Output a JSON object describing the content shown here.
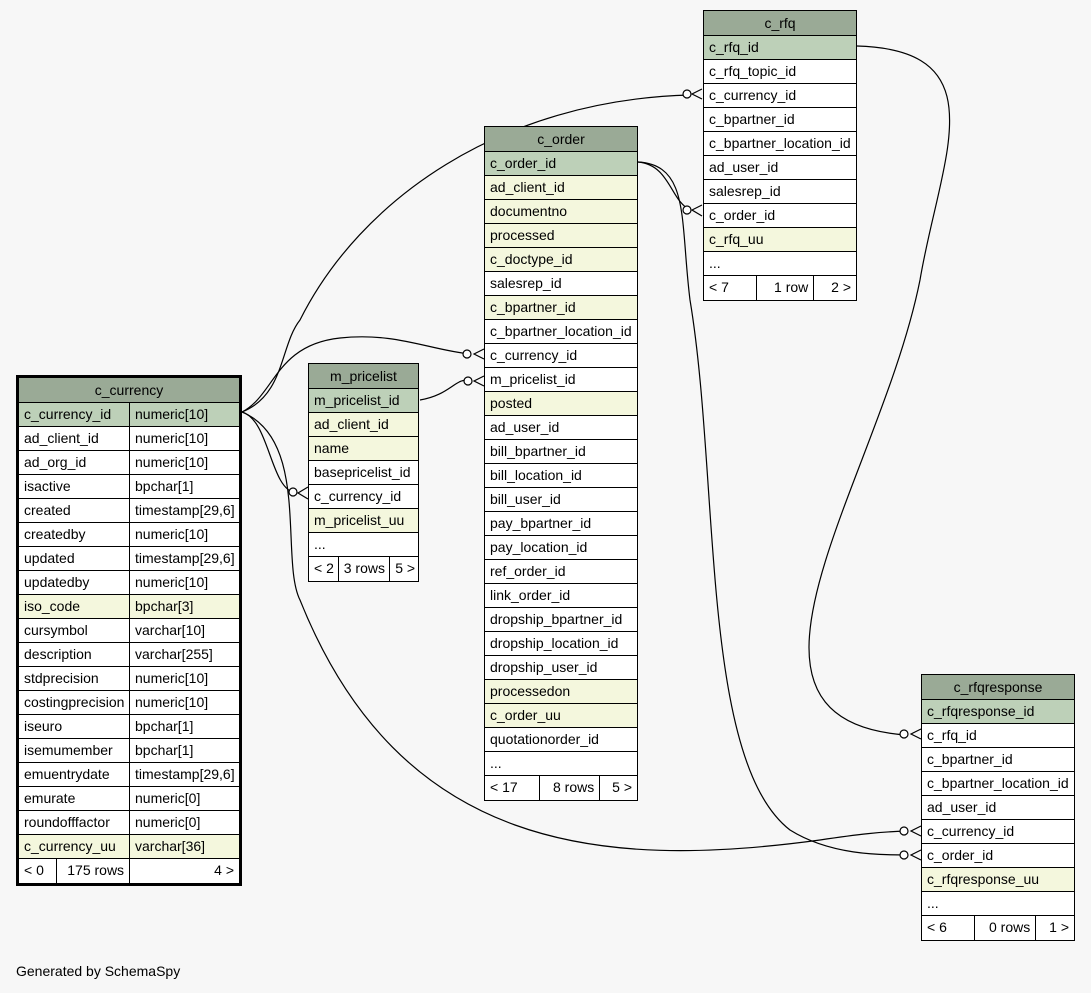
{
  "tables": {
    "c_rfq": {
      "name": "c_rfq",
      "columns": [
        {
          "name": "c_rfq_id",
          "kind": "pk"
        },
        {
          "name": "c_rfq_topic_id",
          "kind": ""
        },
        {
          "name": "c_currency_id",
          "kind": ""
        },
        {
          "name": "c_bpartner_id",
          "kind": ""
        },
        {
          "name": "c_bpartner_location_id",
          "kind": ""
        },
        {
          "name": "ad_user_id",
          "kind": ""
        },
        {
          "name": "salesrep_id",
          "kind": ""
        },
        {
          "name": "c_order_id",
          "kind": ""
        },
        {
          "name": "c_rfq_uu",
          "kind": "idx"
        },
        {
          "name": "...",
          "kind": ""
        }
      ],
      "footer": {
        "parents": "< 7",
        "rows": "1 row",
        "children": "2 >"
      }
    },
    "c_order": {
      "name": "c_order",
      "columns": [
        {
          "name": "c_order_id",
          "kind": "pk"
        },
        {
          "name": "ad_client_id",
          "kind": "idx"
        },
        {
          "name": "documentno",
          "kind": "idx"
        },
        {
          "name": "processed",
          "kind": "idx"
        },
        {
          "name": "c_doctype_id",
          "kind": "idx"
        },
        {
          "name": "salesrep_id",
          "kind": ""
        },
        {
          "name": "c_bpartner_id",
          "kind": "idx"
        },
        {
          "name": "c_bpartner_location_id",
          "kind": ""
        },
        {
          "name": "c_currency_id",
          "kind": ""
        },
        {
          "name": "m_pricelist_id",
          "kind": ""
        },
        {
          "name": "posted",
          "kind": "idx"
        },
        {
          "name": "ad_user_id",
          "kind": ""
        },
        {
          "name": "bill_bpartner_id",
          "kind": ""
        },
        {
          "name": "bill_location_id",
          "kind": ""
        },
        {
          "name": "bill_user_id",
          "kind": ""
        },
        {
          "name": "pay_bpartner_id",
          "kind": ""
        },
        {
          "name": "pay_location_id",
          "kind": ""
        },
        {
          "name": "ref_order_id",
          "kind": ""
        },
        {
          "name": "link_order_id",
          "kind": ""
        },
        {
          "name": "dropship_bpartner_id",
          "kind": ""
        },
        {
          "name": "dropship_location_id",
          "kind": ""
        },
        {
          "name": "dropship_user_id",
          "kind": ""
        },
        {
          "name": "processedon",
          "kind": "idx"
        },
        {
          "name": "c_order_uu",
          "kind": "idx"
        },
        {
          "name": "quotationorder_id",
          "kind": ""
        },
        {
          "name": "...",
          "kind": ""
        }
      ],
      "footer": {
        "parents": "< 17",
        "rows": "8 rows",
        "children": "5 >"
      }
    },
    "m_pricelist": {
      "name": "m_pricelist",
      "columns": [
        {
          "name": "m_pricelist_id",
          "kind": "pk"
        },
        {
          "name": "ad_client_id",
          "kind": "idx"
        },
        {
          "name": "name",
          "kind": "idx"
        },
        {
          "name": "basepricelist_id",
          "kind": ""
        },
        {
          "name": "c_currency_id",
          "kind": ""
        },
        {
          "name": "m_pricelist_uu",
          "kind": "idx"
        },
        {
          "name": "...",
          "kind": ""
        }
      ],
      "footer": {
        "parents": "< 2",
        "rows": "3 rows",
        "children": "5 >"
      }
    },
    "c_currency": {
      "name": "c_currency",
      "columns": [
        {
          "name": "c_currency_id",
          "type": "numeric[10]",
          "kind": "pk"
        },
        {
          "name": "ad_client_id",
          "type": "numeric[10]",
          "kind": ""
        },
        {
          "name": "ad_org_id",
          "type": "numeric[10]",
          "kind": ""
        },
        {
          "name": "isactive",
          "type": "bpchar[1]",
          "kind": ""
        },
        {
          "name": "created",
          "type": "timestamp[29,6]",
          "kind": ""
        },
        {
          "name": "createdby",
          "type": "numeric[10]",
          "kind": ""
        },
        {
          "name": "updated",
          "type": "timestamp[29,6]",
          "kind": ""
        },
        {
          "name": "updatedby",
          "type": "numeric[10]",
          "kind": ""
        },
        {
          "name": "iso_code",
          "type": "bpchar[3]",
          "kind": "idx"
        },
        {
          "name": "cursymbol",
          "type": "varchar[10]",
          "kind": ""
        },
        {
          "name": "description",
          "type": "varchar[255]",
          "kind": ""
        },
        {
          "name": "stdprecision",
          "type": "numeric[10]",
          "kind": ""
        },
        {
          "name": "costingprecision",
          "type": "numeric[10]",
          "kind": ""
        },
        {
          "name": "iseuro",
          "type": "bpchar[1]",
          "kind": ""
        },
        {
          "name": "isemumember",
          "type": "bpchar[1]",
          "kind": ""
        },
        {
          "name": "emuentrydate",
          "type": "timestamp[29,6]",
          "kind": ""
        },
        {
          "name": "emurate",
          "type": "numeric[0]",
          "kind": ""
        },
        {
          "name": "roundofffactor",
          "type": "numeric[0]",
          "kind": ""
        },
        {
          "name": "c_currency_uu",
          "type": "varchar[36]",
          "kind": "idx"
        }
      ],
      "footer": {
        "parents": "< 0",
        "rows": "175 rows",
        "children": "4 >"
      }
    },
    "c_rfqresponse": {
      "name": "c_rfqresponse",
      "columns": [
        {
          "name": "c_rfqresponse_id",
          "kind": "pk"
        },
        {
          "name": "c_rfq_id",
          "kind": ""
        },
        {
          "name": "c_bpartner_id",
          "kind": ""
        },
        {
          "name": "c_bpartner_location_id",
          "kind": ""
        },
        {
          "name": "ad_user_id",
          "kind": ""
        },
        {
          "name": "c_currency_id",
          "kind": ""
        },
        {
          "name": "c_order_id",
          "kind": ""
        },
        {
          "name": "c_rfqresponse_uu",
          "kind": "idx"
        },
        {
          "name": "...",
          "kind": ""
        }
      ],
      "footer": {
        "parents": "< 6",
        "rows": "0 rows",
        "children": "1 >"
      }
    }
  },
  "relationships": [
    {
      "from": "c_currency.c_currency_id",
      "to": "c_rfq.c_currency_id"
    },
    {
      "from": "c_currency.c_currency_id",
      "to": "c_order.c_currency_id"
    },
    {
      "from": "c_currency.c_currency_id",
      "to": "m_pricelist.c_currency_id"
    },
    {
      "from": "c_currency.c_currency_id",
      "to": "c_rfqresponse.c_currency_id"
    },
    {
      "from": "m_pricelist.m_pricelist_id",
      "to": "c_order.m_pricelist_id"
    },
    {
      "from": "c_order.c_order_id",
      "to": "c_rfq.c_order_id"
    },
    {
      "from": "c_order.c_order_id",
      "to": "c_rfqresponse.c_order_id"
    },
    {
      "from": "c_rfq.c_rfq_id",
      "to": "c_rfqresponse.c_rfq_id"
    }
  ],
  "credit": "Generated by SchemaSpy",
  "colors": {
    "header": "#9aaa96",
    "primary_key": "#bdd0b8",
    "indexed": "#f4f7dd",
    "background": "#f7f7f7"
  }
}
